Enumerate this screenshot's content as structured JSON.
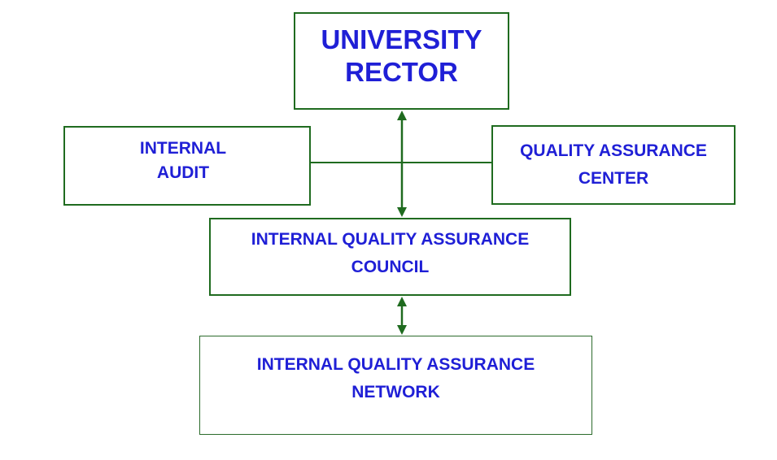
{
  "colors": {
    "text": "#1f1fd6",
    "border": "#1f6b1f",
    "connector": "#1f6b1f",
    "background": "#ffffff"
  },
  "nodes": {
    "rector": {
      "lines": [
        "UNIVERSITY",
        "RECTOR"
      ]
    },
    "internal_audit": {
      "lines": [
        "INTERNAL",
        "AUDIT"
      ]
    },
    "quality_assurance_center": {
      "lines": [
        "QUALITY ASSURANCE",
        "CENTER"
      ]
    },
    "iqa_council": {
      "lines": [
        "INTERNAL QUALITY ASSURANCE",
        "COUNCIL"
      ]
    },
    "iqa_network": {
      "lines": [
        "INTERNAL QUALITY ASSURANCE",
        "NETWORK"
      ]
    }
  },
  "edges": [
    {
      "from": "rector",
      "to": "iqa_council",
      "type": "bidirectional-arrow"
    },
    {
      "from": "internal_audit",
      "to": "quality_assurance_center",
      "type": "line"
    },
    {
      "from": "iqa_council",
      "to": "iqa_network",
      "type": "bidirectional-arrow"
    }
  ]
}
